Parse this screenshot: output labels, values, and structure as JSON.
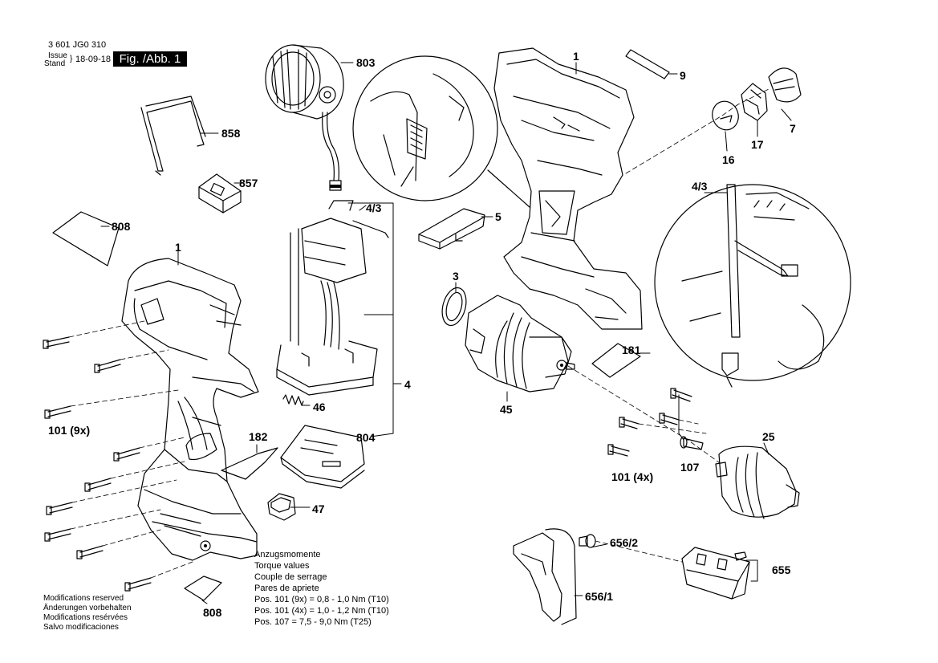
{
  "header": {
    "doc_number": "3 601 JG0 310",
    "issue_label": "Issue",
    "stand_label": "Stand",
    "date": "18-09-18",
    "figure_label": "Fig. /Abb. 1"
  },
  "callouts": {
    "c803": "803",
    "c858": "858",
    "c857": "857",
    "c808_top": "808",
    "c1_left": "1",
    "c1_right": "1",
    "c9": "9",
    "c7": "7",
    "c16": "16",
    "c17": "17",
    "c43_mid": "4/3",
    "c43_right": "4/3",
    "c5": "5",
    "c3": "3",
    "c4": "4",
    "c46": "46",
    "c804": "804",
    "c182": "182",
    "c47": "47",
    "c101_left": "101 (9x)",
    "c181": "181",
    "c45": "45",
    "c101_right": "101 (4x)",
    "c107": "107",
    "c25": "25",
    "c656_2": "656/2",
    "c656_1": "656/1",
    "c655": "655",
    "c808_bottom": "808"
  },
  "torque": {
    "heading_de": "Anzugsmomente",
    "heading_en": "Torque values",
    "heading_fr": "Couple de serrage",
    "heading_es": "Pares de apriete",
    "line1": "Pos. 101 (9x) = 0,8 - 1,0 Nm (T10)",
    "line2": "Pos. 101 (4x) = 1,0 - 1,2 Nm (T10)",
    "line3": "Pos. 107 = 7,5 - 9,0 Nm (T25)"
  },
  "modifications": {
    "en": "Modifications reserved",
    "de": "Änderungen vorbehalten",
    "fr": "Modifications resérvées",
    "es": "Salvo modificaciones"
  }
}
